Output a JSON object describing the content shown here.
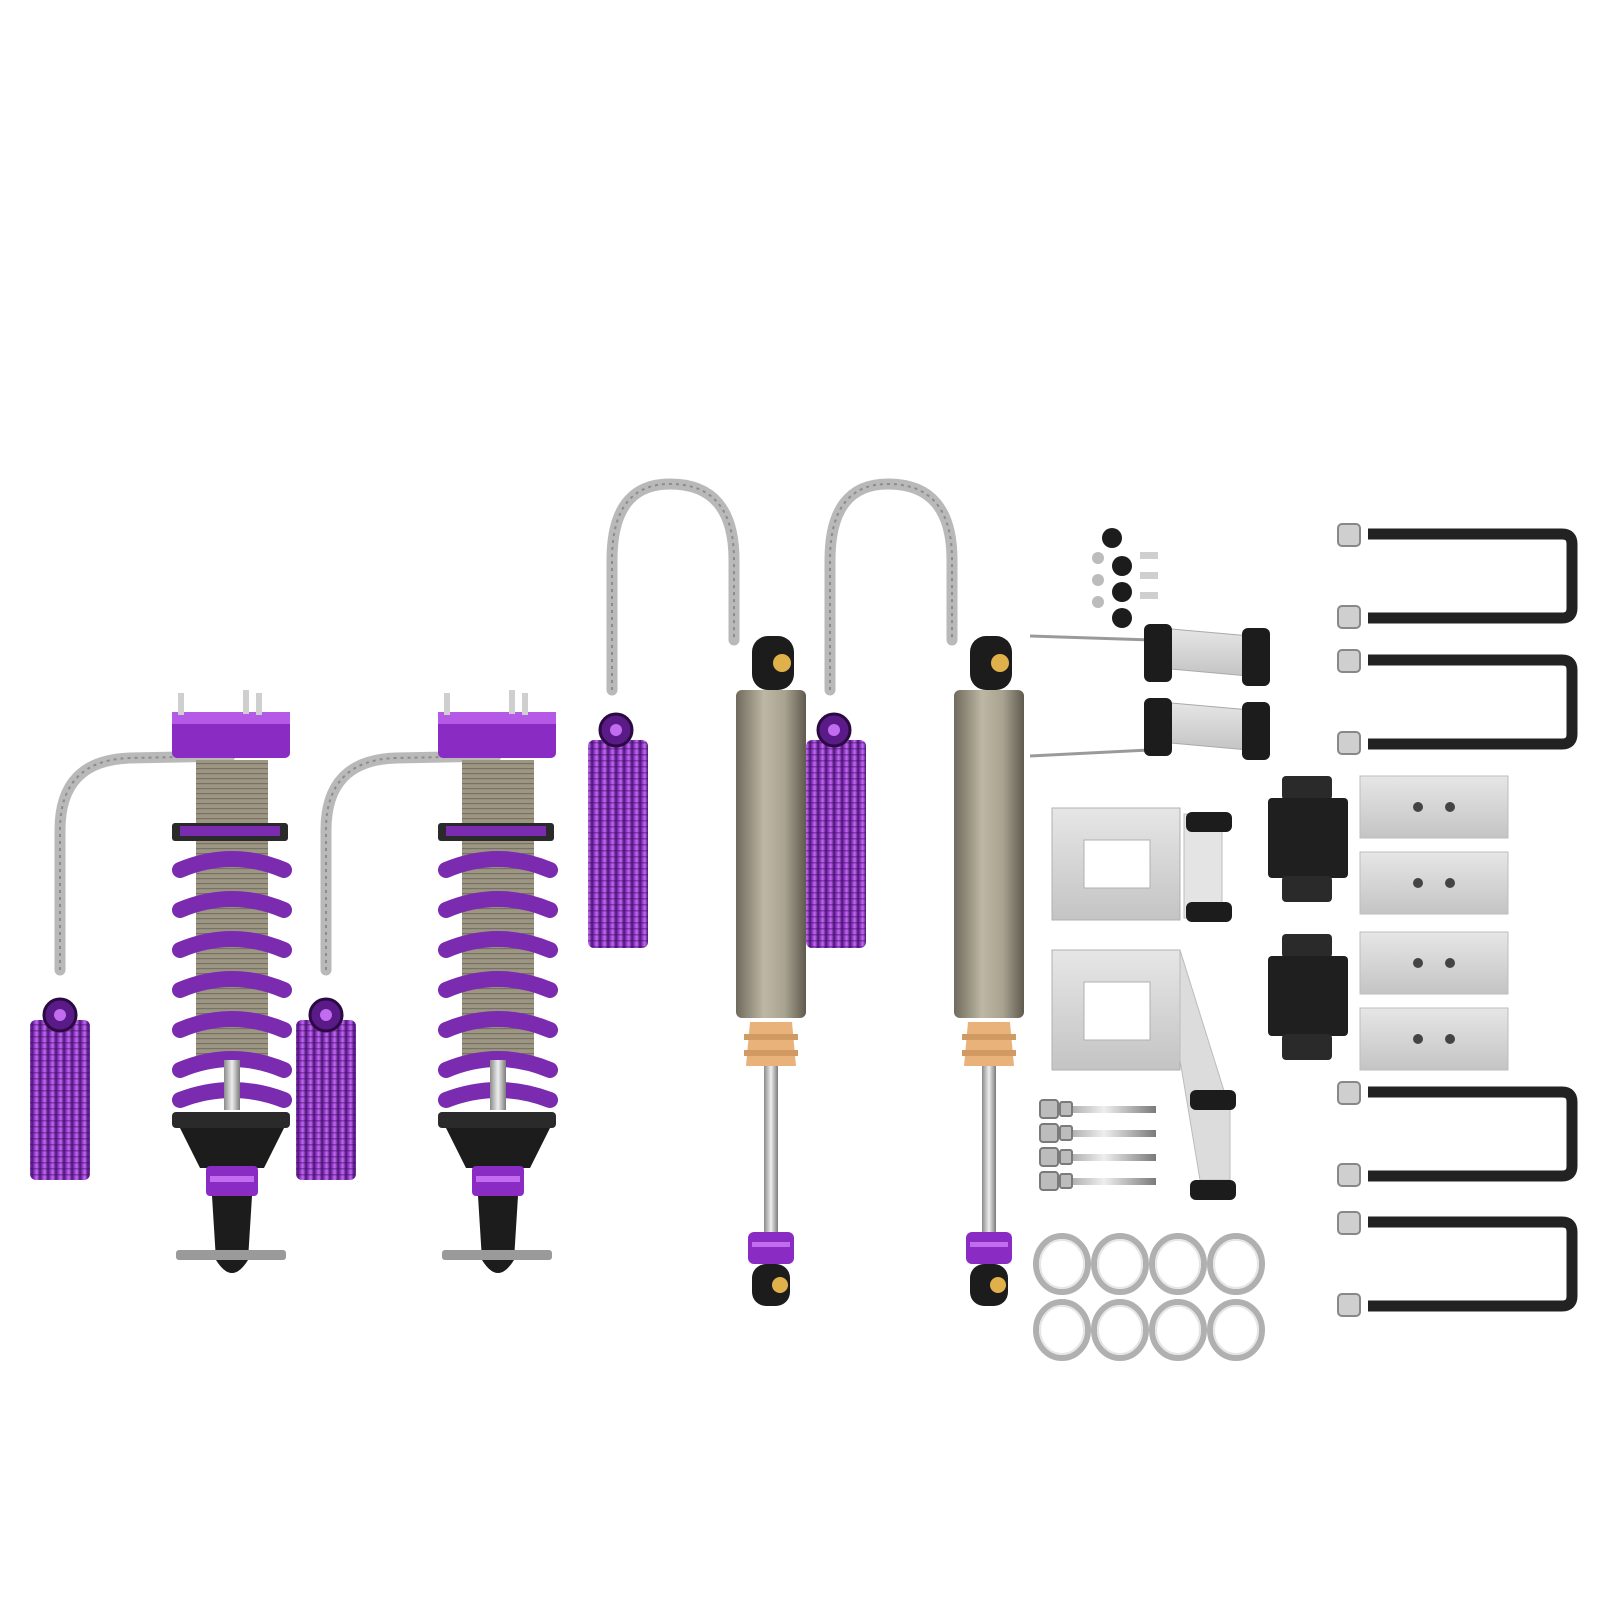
{
  "scene": {
    "background": "#ffffff",
    "colors": {
      "anodized_purple": "#8a2bc4",
      "purple_dark": "#4e1578",
      "purple_light": "#c26cf0",
      "titanium_body": "#a8a290",
      "titanium_dark": "#6f6a5c",
      "braided_hose": "#b9b9b9",
      "black_rubber": "#1c1c1c",
      "silver_plate": "#d8d8d8",
      "bump_stop": "#e9b27a",
      "chrome_rod": "#c8c8c8"
    },
    "front_coilovers": {
      "count": 2,
      "icon": "coilover-with-remote-reservoir-icon"
    },
    "rear_shocks": {
      "count": 2,
      "icon": "shock-with-remote-reservoir-icon"
    },
    "hardware": {
      "reservoir_mount_brackets": 2,
      "spacer_brackets": 2,
      "rubber_pads": 2,
      "lift_blocks": 4,
      "u_bolts": 4,
      "long_bolts": 4,
      "hose_clamps": 8,
      "small_fastener_groups": 1
    }
  }
}
